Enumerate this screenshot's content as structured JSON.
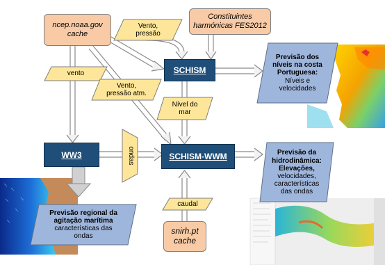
{
  "sources": {
    "ncep": [
      "ncep.noaa.gov",
      "cache"
    ],
    "constituintes": [
      "Constituintes",
      "harmónicas FES2012"
    ],
    "snirh": [
      "snirh.pt",
      "cache"
    ]
  },
  "models": {
    "schism": "SCHISM",
    "ww3": "WW3",
    "schism_wwm": "SCHISM-WWM"
  },
  "labels": {
    "vento_pressao": [
      "Vento,",
      "pressão"
    ],
    "vento": "vento",
    "vento_pressao_atm": [
      "Vento,",
      "pressão atm."
    ],
    "nivel_mar": [
      "Nível do",
      "mar"
    ],
    "ondas": "ondas",
    "caudal": "caudal"
  },
  "outputs": {
    "costa": {
      "title": [
        "Previsão dos",
        "níveis na costa",
        "Portuguesa:"
      ],
      "body": [
        "Níveis e",
        "velocidades"
      ]
    },
    "hidro": {
      "title": [
        "Previsão da",
        "hidrodinâmica:",
        "Elevações,"
      ],
      "body": [
        "velocidades,",
        "características",
        "das ondas"
      ]
    },
    "regional": {
      "title": [
        "Previsão regional da",
        "agitação marítima"
      ],
      "body": [
        "características das",
        "ondas"
      ]
    }
  },
  "colors": {
    "source_fill": "#f8cba6",
    "model_fill": "#1f4e79",
    "label_fill": "#fde699",
    "output_fill": "#9fb6dc"
  }
}
